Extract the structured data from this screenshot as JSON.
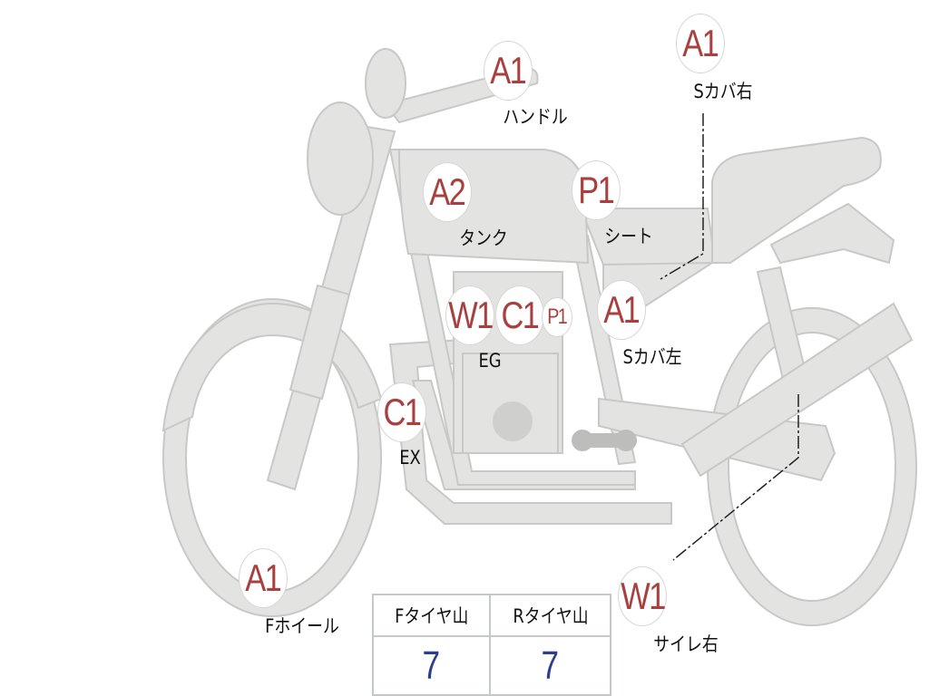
{
  "colors": {
    "body_fill": "#e3e3e1",
    "body_stroke": "#c8c8c6",
    "grade_text": "#a8403f",
    "value_text": "#2a3f8f"
  },
  "parts": [
    {
      "grade": "A1",
      "label": "ハンドル"
    },
    {
      "grade": "A1",
      "label": "Sカバ右"
    },
    {
      "grade": "A2",
      "label": "タンク"
    },
    {
      "grade": "P1",
      "label": "シート"
    },
    {
      "grade": "W1",
      "label": "EG"
    },
    {
      "grade": "C1"
    },
    {
      "grade": "P1"
    },
    {
      "grade": "A1",
      "label": "Sカバ左"
    },
    {
      "grade": "C1",
      "label": "EX"
    },
    {
      "grade": "A1",
      "label": "Fホイール"
    },
    {
      "grade": "W1",
      "label": "サイレ右"
    }
  ],
  "tires": {
    "front_label": "Fタイヤ山",
    "front_value": "7",
    "rear_label": "Rタイヤ山",
    "rear_value": "7"
  }
}
